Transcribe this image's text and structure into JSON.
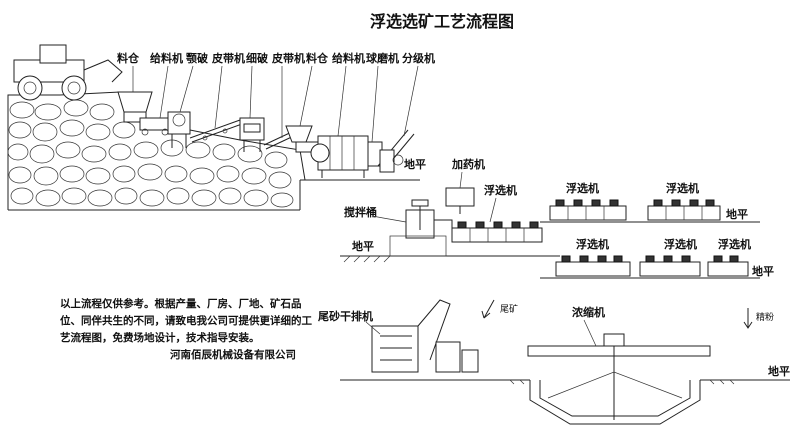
{
  "title": "浮选选矿工艺流程图",
  "labels": {
    "bin1": "料仓",
    "feeder1": "给料机",
    "jaw": "颚破",
    "belt1": "皮带机",
    "fine": "细破",
    "belt2": "皮带机",
    "bin2": "料仓",
    "feeder2": "给料机",
    "ballmill": "球磨机",
    "classifier": "分级机",
    "ground1": "地平",
    "doser": "加药机",
    "flot1": "浮选机",
    "tank": "搅拌桶",
    "ground2": "地平",
    "flot2": "浮选机",
    "flot3": "浮选机",
    "ground3": "地平",
    "flot4": "浮选机",
    "flot5": "浮选机",
    "flot6": "浮选机",
    "ground4": "地平",
    "tailing": "尾矿",
    "dryer": "尾砂干排机",
    "thickener": "浓缩机",
    "concentrate": "精粉",
    "ground5": "地平"
  },
  "note": {
    "lines": [
      "以上流程仅供参考。根据产量、厂房、厂地、矿石品",
      "位、同伴共生的不同，请致电我公司可提供更详细的工",
      "艺流程图，免费场地设计，技术指导安装。"
    ],
    "company": "河南佰辰机械设备有限公司"
  }
}
